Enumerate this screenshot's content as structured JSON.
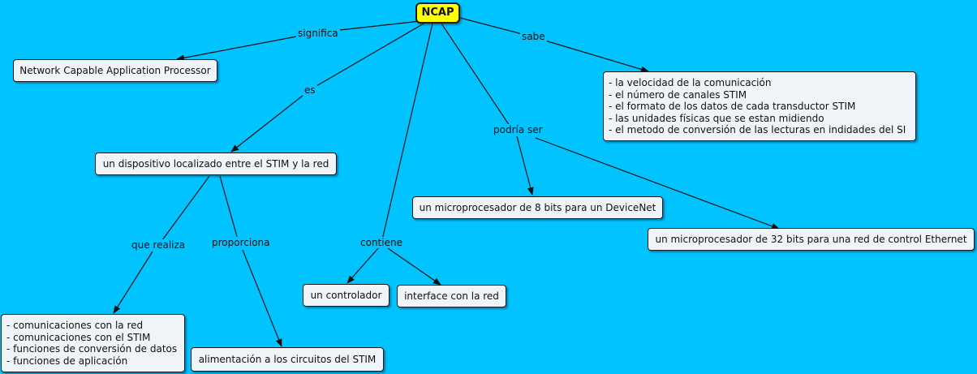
{
  "concept_map": {
    "root": {
      "label": "NCAP"
    },
    "nodes": {
      "meaning": {
        "label": "Network Capable Application Processor"
      },
      "device": {
        "label": "un dispositivo localizado entre el STIM y la red"
      },
      "knowledge": {
        "lines": [
          "- la velocidad de la comunicación",
          "- el número de canales STIM",
          "- el formato de los datos de cada transductor STIM",
          "- las unidades físicas que se estan midiendo",
          "- el metodo de conversión de las lecturas en indidades del SI"
        ]
      },
      "micro8": {
        "label": "un microprocesador de 8 bits para un DeviceNet"
      },
      "micro32": {
        "label": "un microprocesador de 32 bits para una red de control Ethernet"
      },
      "controller": {
        "label": "un controlador"
      },
      "interface": {
        "label": "interface con la red"
      },
      "functions": {
        "lines": [
          "- comunicaciones con la red",
          "- comunicaciones con el STIM",
          "- funciones de conversión de datos",
          "- funciones de aplicación"
        ]
      },
      "power": {
        "label": "alimentación a los circuitos del STIM"
      }
    },
    "links": {
      "significa": "significa",
      "es": "es",
      "contiene": "contiene",
      "podria_ser": "podría ser",
      "sabe": "sabe",
      "que_realiza": "que realiza",
      "proporciona": "proporciona"
    }
  }
}
